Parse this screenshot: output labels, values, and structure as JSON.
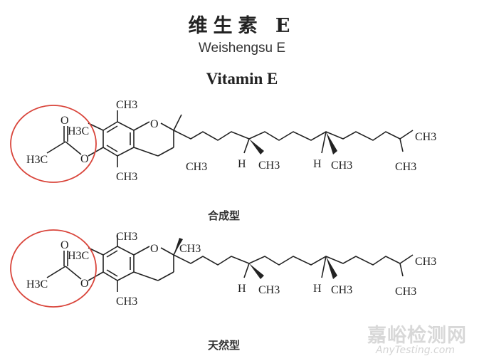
{
  "title": {
    "chinese": "维生素 E",
    "pinyin": "Weishengsu E",
    "english": "Vitamin E"
  },
  "structures": [
    {
      "caption": "合成型",
      "labels": {
        "ring_methyl_top": "CH3",
        "ring_methyl_left": "H3C",
        "ring_methyl_bottom": "CH3",
        "ring_oxygen": "O",
        "ester_carbonyl_o": "O",
        "ester_methyl": "H3C",
        "ester_o": "O",
        "c2_methyl": "CH3",
        "chain_h1": "H",
        "chain_methyl1": "CH3",
        "chain_h2": "H",
        "chain_methyl2": "CH3",
        "terminal_methyl_top": "CH3",
        "terminal_methyl_bottom": "CH3"
      }
    },
    {
      "caption": "天然型",
      "labels": {
        "ring_methyl_top": "CH3",
        "ring_methyl_left": "H3C",
        "ring_methyl_bottom": "CH3",
        "ring_oxygen": "O",
        "ester_carbonyl_o": "O",
        "ester_methyl": "H3C",
        "ester_o": "O",
        "c2_methyl": "CH3",
        "chain_h1": "H",
        "chain_methyl1": "CH3",
        "chain_h2": "H",
        "chain_methyl2": "CH3",
        "terminal_methyl_top": "CH3",
        "terminal_methyl_bottom": "CH3"
      }
    }
  ],
  "colors": {
    "highlight_circle": "#d9453b",
    "bond_line": "#222222"
  },
  "watermark": {
    "chinese": "嘉峪检测网",
    "english": "AnyTesting.com"
  }
}
